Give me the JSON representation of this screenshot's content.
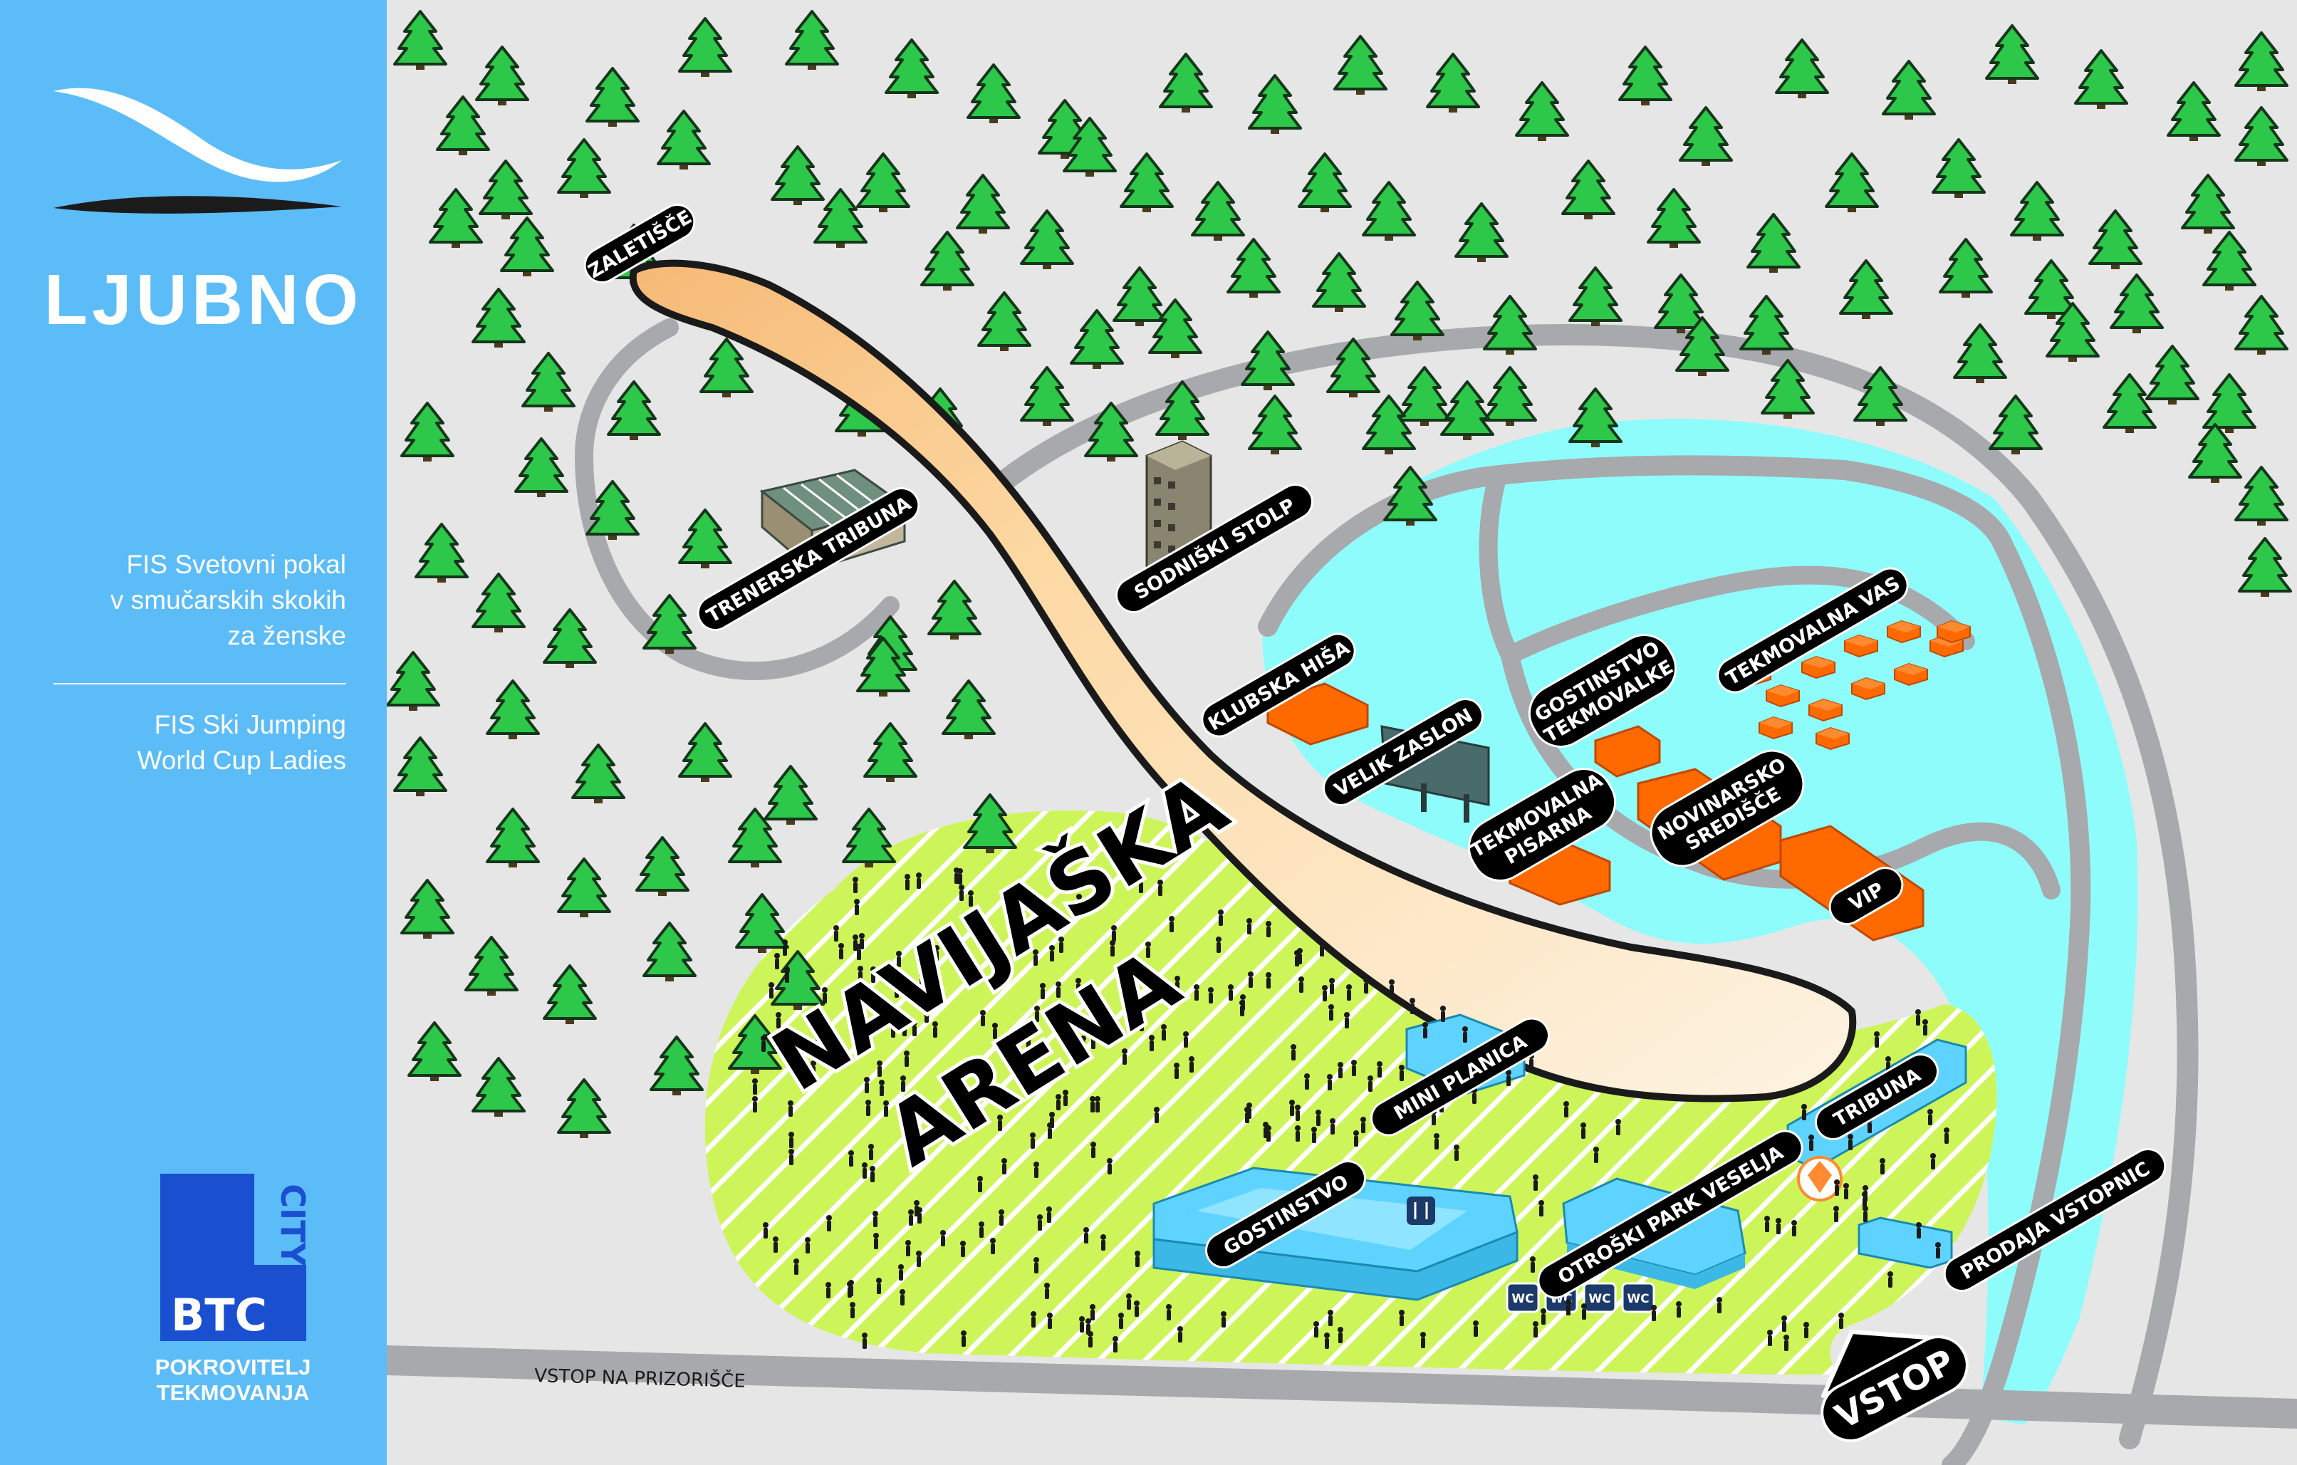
{
  "sidebar": {
    "logo_text": "LJUBNO",
    "description_sl": [
      "FIS Svetovni pokal",
      "v smučarskih skokih",
      "za ženske"
    ],
    "description_en": [
      "FIS Ski Jumping",
      "World Cup Ladies"
    ],
    "sponsor_logo_main": "BTC",
    "sponsor_logo_vertical": "CITY",
    "sponsor_caption": [
      "POKROVITELJ",
      "TEKMOVANJA"
    ]
  },
  "map": {
    "arena_title": [
      "NAVIJAŠKA",
      "ARENA"
    ],
    "road_label": "VSTOP NA PRIZORIŠČE",
    "entrance_label": "VSTOP",
    "wc_label": "WC",
    "wc_count": 4,
    "labels": {
      "zaletisce": "ZALETIŠČE",
      "trenerska_tribuna": "TRENERSKA TRIBUNA",
      "sodniski_stolp": "SODNIŠKI STOLP",
      "klubska_hisa": "KLUBSKA HIŠA",
      "velik_zaslon": "VELIK ZASLON",
      "gostinstvo_tekmovalke": [
        "GOSTINSTVO",
        "TEKMOVALKE"
      ],
      "tekmovalna_vas": "TEKMOVALNA VAS",
      "tekmovalna_pisarna": [
        "TEKMOVALNA",
        "PISARNA"
      ],
      "novinarsko_sredisce": [
        "NOVINARSKO",
        "SREDIŠČE"
      ],
      "vip": "VIP",
      "mini_planica": "MINI PLANICA",
      "tribuna": "TRIBUNA",
      "gostinstvo": "GOSTINSTVO",
      "otroski_park": "OTROŠKI PARK VESELJA",
      "prodaja_vstopnic": "PRODAJA VSTOPNIC"
    },
    "colors": {
      "sidebar": "#5cbcf8",
      "ground": "#e6e6e6",
      "road": "#a7a9ac",
      "water": "#8ffcfc",
      "arena": "#cdf55a",
      "tree": "#2dc84a",
      "jump": "#fcd9a0",
      "building": "#ff6a00",
      "label_bg": "#000000"
    }
  }
}
